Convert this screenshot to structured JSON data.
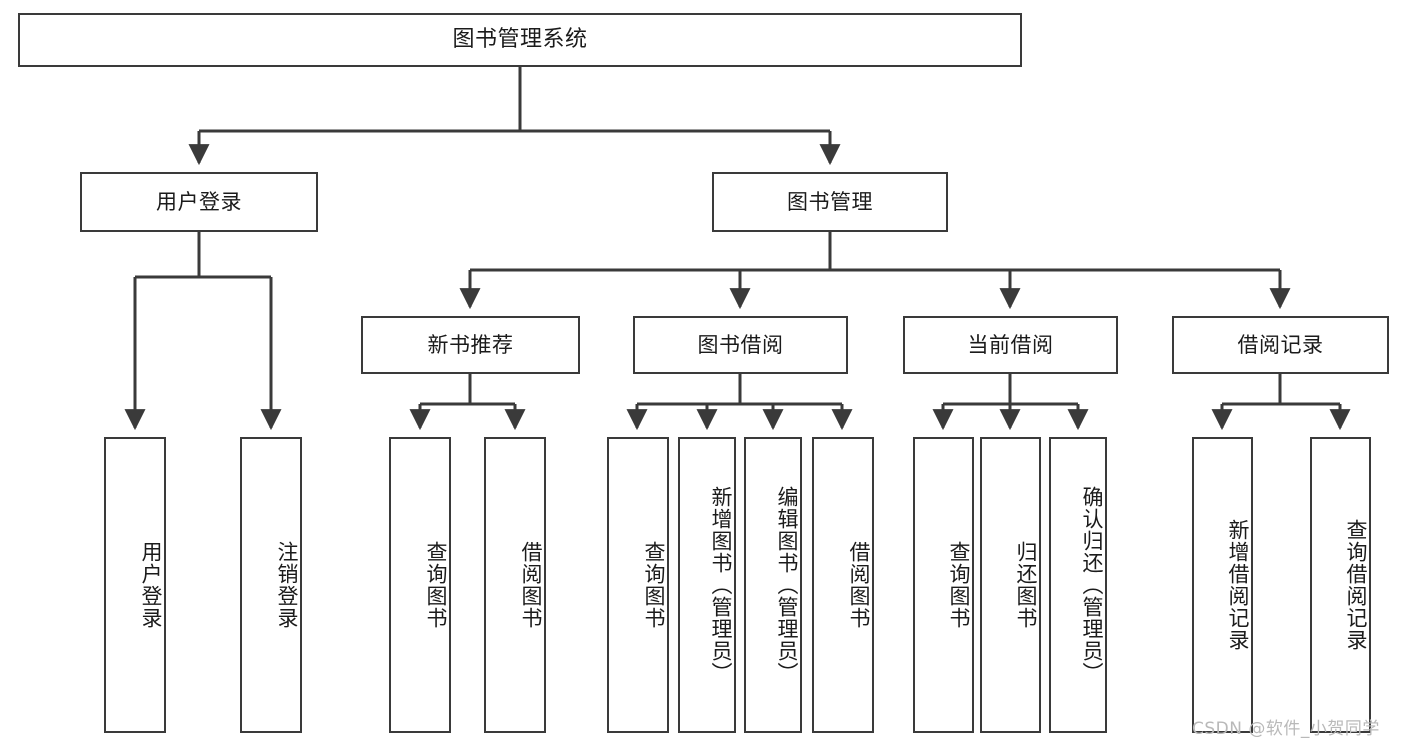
{
  "diagram": {
    "title": "图书管理系统",
    "type": "tree",
    "orientation": "top-down",
    "colors": {
      "background": "#ffffff",
      "node_fill": "#ffffff",
      "node_stroke": "#3a3a3a",
      "edge_stroke": "#3a3a3a",
      "text": "#1b1b1b",
      "watermark": "#b9b9b9"
    },
    "root": {
      "id": "root",
      "label": "图书管理系统"
    },
    "level2": [
      {
        "id": "user_login",
        "label": "用户登录"
      },
      {
        "id": "book_manage",
        "label": "图书管理"
      }
    ],
    "level3": [
      {
        "id": "new_book_rec",
        "label": "新书推荐",
        "parent": "book_manage"
      },
      {
        "id": "book_borrow",
        "label": "图书借阅",
        "parent": "book_manage"
      },
      {
        "id": "current_borrow",
        "label": "当前借阅",
        "parent": "book_manage"
      },
      {
        "id": "borrow_record",
        "label": "借阅记录",
        "parent": "book_manage"
      }
    ],
    "leaves": [
      {
        "id": "leaf_user_login",
        "label": "用户登录",
        "parent": "user_login"
      },
      {
        "id": "leaf_user_logout",
        "label": "注销登录",
        "parent": "user_login"
      },
      {
        "id": "leaf_query_book_1",
        "label": "查询图书",
        "parent": "new_book_rec"
      },
      {
        "id": "leaf_borrow_book_1",
        "label": "借阅图书",
        "parent": "new_book_rec"
      },
      {
        "id": "leaf_query_book_2",
        "label": "查询图书",
        "parent": "book_borrow"
      },
      {
        "id": "leaf_add_book",
        "label": "新增图书（管理员）",
        "parent": "book_borrow"
      },
      {
        "id": "leaf_edit_book",
        "label": "编辑图书（管理员）",
        "parent": "book_borrow"
      },
      {
        "id": "leaf_borrow_book_2",
        "label": "借阅图书",
        "parent": "book_borrow"
      },
      {
        "id": "leaf_query_book_3",
        "label": "查询图书",
        "parent": "current_borrow"
      },
      {
        "id": "leaf_return_book",
        "label": "归还图书",
        "parent": "current_borrow"
      },
      {
        "id": "leaf_confirm_return",
        "label": "确认归还（管理员）",
        "parent": "current_borrow"
      },
      {
        "id": "leaf_add_record",
        "label": "新增借阅记录",
        "parent": "borrow_record"
      },
      {
        "id": "leaf_query_record",
        "label": "查询借阅记录",
        "parent": "borrow_record"
      }
    ]
  },
  "watermark": {
    "text": "CSDN @软件_小贺同学"
  }
}
